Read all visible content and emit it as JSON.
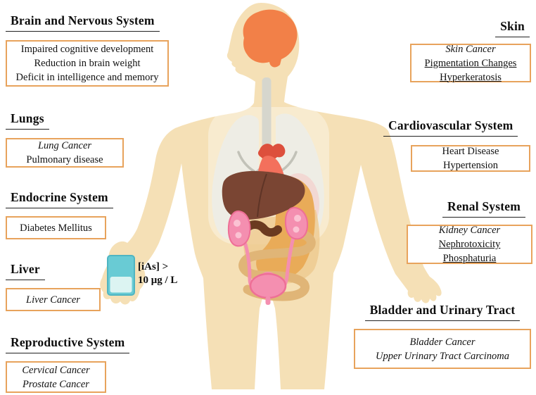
{
  "figure": {
    "subject": "Health effects of inorganic arsenic exposure on body systems"
  },
  "exposure": {
    "line1": "[iAs] >",
    "line2": "10 μg / L"
  },
  "colors": {
    "box_border": "#e8a35c",
    "text": "#111111",
    "skin": "#f5e0b6",
    "brain": "#f28048",
    "lungs": "#ededе6",
    "heart": "#f3705c",
    "liver": "#7a4533",
    "stomach": "#e9ab58",
    "intestine": "#e0b577",
    "kidney": "#f48fb0",
    "glass": "#69cbd4"
  },
  "sections": [
    {
      "title": "Brain and Nervous System",
      "items": [
        {
          "text": "Impaired cognitive development",
          "style": "normal"
        },
        {
          "text": "Reduction in brain weight",
          "style": "normal"
        },
        {
          "text": "Deficit in intelligence and memory",
          "style": "normal"
        }
      ]
    },
    {
      "title": "Lungs",
      "items": [
        {
          "text": "Lung Cancer",
          "style": "italic"
        },
        {
          "text": "Pulmonary disease",
          "style": "normal"
        }
      ]
    },
    {
      "title": "Endocrine System",
      "items": [
        {
          "text": "Diabetes Mellitus",
          "style": "normal"
        }
      ]
    },
    {
      "title": "Liver",
      "items": [
        {
          "text": "Liver Cancer",
          "style": "italic"
        }
      ]
    },
    {
      "title": "Reproductive System",
      "items": [
        {
          "text": "Cervical Cancer",
          "style": "italic"
        },
        {
          "text": "Prostate Cancer",
          "style": "italic"
        }
      ]
    },
    {
      "title": "Skin",
      "items": [
        {
          "text": "Skin Cancer",
          "style": "italic"
        },
        {
          "text": "Pigmentation Changes",
          "style": "underline"
        },
        {
          "text": "Hyperkeratosis",
          "style": "underline"
        }
      ]
    },
    {
      "title": "Cardiovascular System",
      "items": [
        {
          "text": "Heart Disease",
          "style": "normal"
        },
        {
          "text": "Hypertension",
          "style": "normal"
        }
      ]
    },
    {
      "title": "Renal System",
      "items": [
        {
          "text": "Kidney Cancer",
          "style": "italic"
        },
        {
          "text": "Nephrotoxicity",
          "style": "underline"
        },
        {
          "text": "Phosphaturia",
          "style": "underline"
        }
      ]
    },
    {
      "title": "Bladder and Urinary Tract",
      "items": [
        {
          "text": "Bladder Cancer",
          "style": "italic"
        },
        {
          "text": "Upper Urinary Tract Carcinoma",
          "style": "italic"
        }
      ]
    }
  ]
}
